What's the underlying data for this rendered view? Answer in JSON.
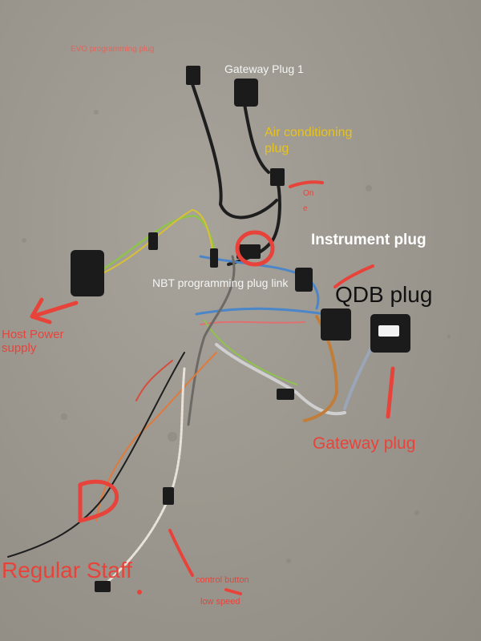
{
  "photo": {
    "subject": "automotive wiring harness on concrete floor",
    "colors": {
      "floor": "#9c988f",
      "connector": "#1b1b1b",
      "annotation_red": "#e8433a",
      "annotation_yellow": "#e8c21a",
      "annotation_white": "#ffffff"
    }
  },
  "labels": {
    "evo_programming_plug": "EVO programming plug",
    "gateway_plug_1": "Gateway Plug 1",
    "air_conditioning_plug_line1": "Air conditioning",
    "air_conditioning_plug_line2": "plug",
    "one_line1": "On",
    "one_line2": "e",
    "instrument_plug": "Instrument plug",
    "nbt_programming_plug_link": "NBT programming plug link",
    "qdb_plug": "QDB plug",
    "host_power_supply_line1": "Host Power",
    "host_power_supply_line2": "supply",
    "gateway_plug": "Gateway plug",
    "regular_staff": "Regular Staff",
    "control_button": "control button",
    "low_speed": "low speed"
  }
}
